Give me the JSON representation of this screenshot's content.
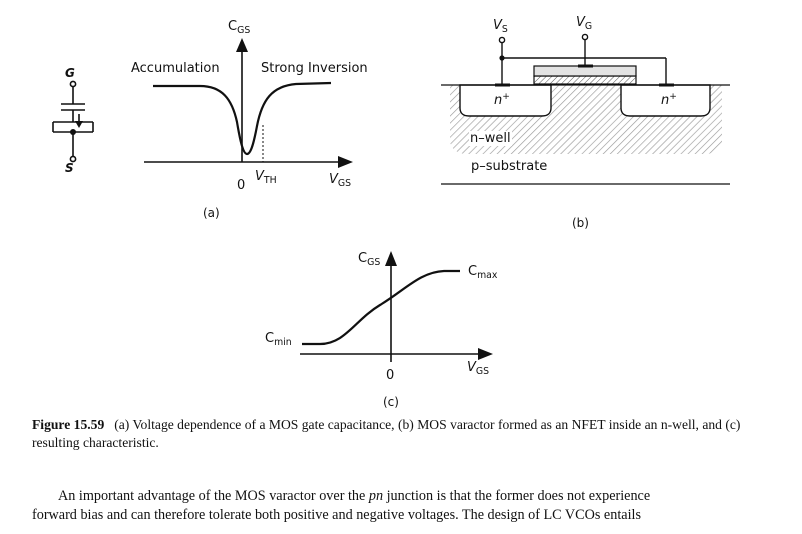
{
  "figure_a": {
    "gate_label": "G",
    "source_label": "S",
    "axis_y_main": "C",
    "axis_y_sub": "GS",
    "region_left": "Accumulation",
    "region_right": "Strong Inversion",
    "origin": "0",
    "vth_main": "V",
    "vth_sub": "TH",
    "axis_x_main": "V",
    "axis_x_sub": "GS",
    "tag": "(a)"
  },
  "figure_b": {
    "vs_main": "V",
    "vs_sub": "S",
    "vg_main": "V",
    "vg_sub": "G",
    "n_left_main": "n",
    "n_left_sup": "+",
    "n_right_main": "n",
    "n_right_sup": "+",
    "nwell": "n–well",
    "psub": "p–substrate",
    "tag": "(b)"
  },
  "figure_c": {
    "axis_y_main": "C",
    "axis_y_sub": "GS",
    "cmax_main": "C",
    "cmax_sub": "max",
    "cmin_main": "C",
    "cmin_sub": "min",
    "origin": "0",
    "axis_x_main": "V",
    "axis_x_sub": "GS",
    "tag": "(c)"
  },
  "caption": {
    "figure": "Figure 15.59",
    "text": "(a) Voltage dependence of a MOS gate capacitance, (b) MOS varactor formed as an NFET inside an n-well, and (c) resulting characteristic."
  },
  "paragraph": {
    "line1_a": "An important advantage of the MOS varactor over the ",
    "line1_math": "pn",
    "line1_b": " junction is that the former does not experience",
    "line2": "forward bias and can therefore tolerate both positive and negative voltages. The design of LC VCOs entails"
  }
}
